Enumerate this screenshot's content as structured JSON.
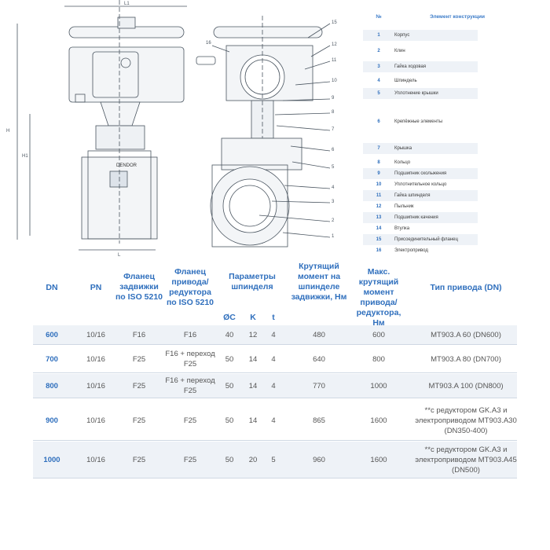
{
  "drawing": {
    "dims": {
      "l1": "L1",
      "h": "H",
      "h1": "H1",
      "l": "L"
    },
    "brand": "DENDOR",
    "callouts": [
      "15",
      "12",
      "11",
      "10",
      "9",
      "8",
      "7",
      "6",
      "5",
      "4",
      "3",
      "2",
      "1",
      "16"
    ]
  },
  "parts_header": {
    "num": "№",
    "name": "Элемент конструкции"
  },
  "parts": [
    {
      "num": "1",
      "name": "Корпус"
    },
    {
      "num": "2",
      "name": "Клин"
    },
    {
      "num": "3",
      "name": "Гайка ходовая"
    },
    {
      "num": "4",
      "name": "Шпиндель"
    },
    {
      "num": "5",
      "name": "Уплотнение крышки"
    },
    {
      "num": "6",
      "name": "Крепёжные элементы"
    },
    {
      "num": "7",
      "name": "Крышка"
    },
    {
      "num": "8",
      "name": "Кольцо"
    },
    {
      "num": "9",
      "name": "Подшипник скольжения"
    },
    {
      "num": "10",
      "name": "Уплотнительное кольцо"
    },
    {
      "num": "11",
      "name": "Гайка шпинделя"
    },
    {
      "num": "12",
      "name": "Пыльник"
    },
    {
      "num": "13",
      "name": "Подшипник качения"
    },
    {
      "num": "14",
      "name": "Втулка"
    },
    {
      "num": "15",
      "name": "Присоединительный фланец"
    },
    {
      "num": "16",
      "name": "Электропривод"
    }
  ],
  "spec_headers": {
    "dn": "DN",
    "pn": "PN",
    "flange_valve": "Фланец задвижки по ISO 5210",
    "flange_drive": "Фланец привода/ редуктора по ISO 5210",
    "spindle": "Параметры шпинделя",
    "oc": "ØC",
    "k": "K",
    "t": "t",
    "torque": "Крутящий момент на шпинделе задвижки, Нм",
    "max_torque": "Макс. крутящий момент привода/ редуктора, Нм",
    "drive_type": "Тип привода (DN)"
  },
  "spec_rows": [
    {
      "dn": "600",
      "pn": "10/16",
      "fv": "F16",
      "fd": "F16",
      "oc": "40",
      "k": "12",
      "t": "4",
      "torque": "480",
      "max": "600",
      "drive": "MT903.A 60 (DN600)"
    },
    {
      "dn": "700",
      "pn": "10/16",
      "fv": "F25",
      "fd": "F16 + переход F25",
      "oc": "50",
      "k": "14",
      "t": "4",
      "torque": "640",
      "max": "800",
      "drive": "MT903.A 80 (DN700)"
    },
    {
      "dn": "800",
      "pn": "10/16",
      "fv": "F25",
      "fd": "F16 + переход F25",
      "oc": "50",
      "k": "14",
      "t": "4",
      "torque": "770",
      "max": "1000",
      "drive": "MT903.A 100 (DN800)"
    },
    {
      "dn": "900",
      "pn": "10/16",
      "fv": "F25",
      "fd": "F25",
      "oc": "50",
      "k": "14",
      "t": "4",
      "torque": "865",
      "max": "1600",
      "drive": "**с редуктором GK.A3 и электроприводом MT903.A30 (DN350-400)"
    },
    {
      "dn": "1000",
      "pn": "10/16",
      "fv": "F25",
      "fd": "F25",
      "oc": "50",
      "k": "20",
      "t": "5",
      "torque": "960",
      "max": "1600",
      "drive": "**с редуктором GK.A3 и электроприводом MT903.A45 (DN500)"
    }
  ]
}
